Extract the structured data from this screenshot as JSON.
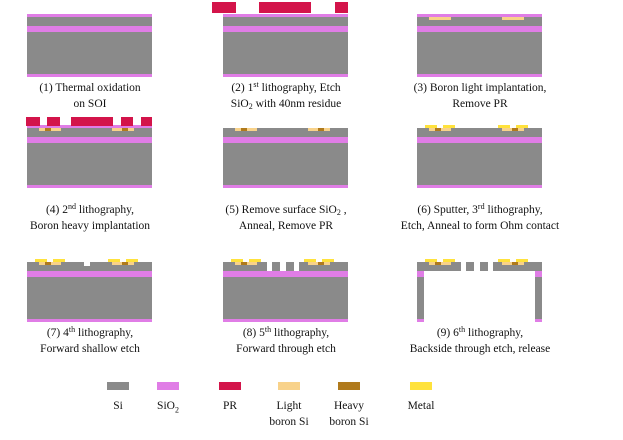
{
  "colors": {
    "si": "#8a8a8a",
    "sio2": "#e07de6",
    "pr": "#d3144a",
    "light_boron": "#f8d28a",
    "heavy_boron": "#b07a1c",
    "metal": "#ffe23c"
  },
  "steps": [
    {
      "pre": "(1) Thermal oxidation",
      "line2": "on SOI"
    },
    {
      "pre": "(2) 1",
      "sup": "st",
      "post": " lithography,  Etch",
      "l2pre": "SiO",
      "l2sub": "2",
      "l2post": " with 40nm residue"
    },
    {
      "pre": "(3) Boron light implantation,",
      "line2": "Remove PR"
    },
    {
      "pre": "(4) 2",
      "sup": "nd",
      "post": " lithography,",
      "line2": "Boron heavy implantation"
    },
    {
      "pre": "(5) Remove surface SiO",
      "sub": "2",
      "post": " ,",
      "line2": "Anneal, Remove PR"
    },
    {
      "pre": "(6) Sputter, 3",
      "sup": "rd",
      "post": " lithography,",
      "line2": "Etch, Anneal to form Ohm contact"
    },
    {
      "pre": "(7) 4",
      "sup": "th",
      "post": " lithography,",
      "line2": "Forward shallow etch"
    },
    {
      "pre": "(8) 5",
      "sup": "th",
      "post": " lithography,",
      "line2": "Forward through etch"
    },
    {
      "pre": "(9) 6",
      "sup": "th",
      "post": " lithography,",
      "line2": "Backside through etch, release"
    }
  ],
  "legend": [
    {
      "label": "Si",
      "color": "#8a8a8a"
    },
    {
      "pre": "SiO",
      "sub": "2",
      "color": "#e07de6"
    },
    {
      "label": "PR",
      "color": "#d3144a"
    },
    {
      "label": "Light",
      "label2": "boron Si",
      "color": "#f8d28a"
    },
    {
      "label": "Heavy",
      "label2": "boron Si",
      "color": "#b07a1c"
    },
    {
      "label": "Metal",
      "color": "#ffe23c"
    }
  ]
}
